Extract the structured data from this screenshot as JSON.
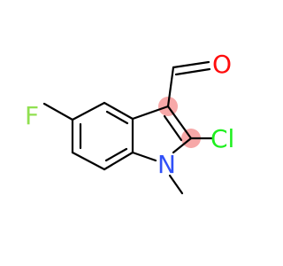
{
  "molecule": {
    "atoms": {
      "oxygen": {
        "label": "O",
        "color": "#ff0d0d"
      },
      "fluorine": {
        "label": "F",
        "color": "#90e050"
      },
      "chlorine": {
        "label": "Cl",
        "color": "#1ff01f"
      },
      "nitrogen": {
        "label": "N",
        "color": "#3050f8"
      }
    },
    "highlight_color": "#f7a8a8"
  }
}
